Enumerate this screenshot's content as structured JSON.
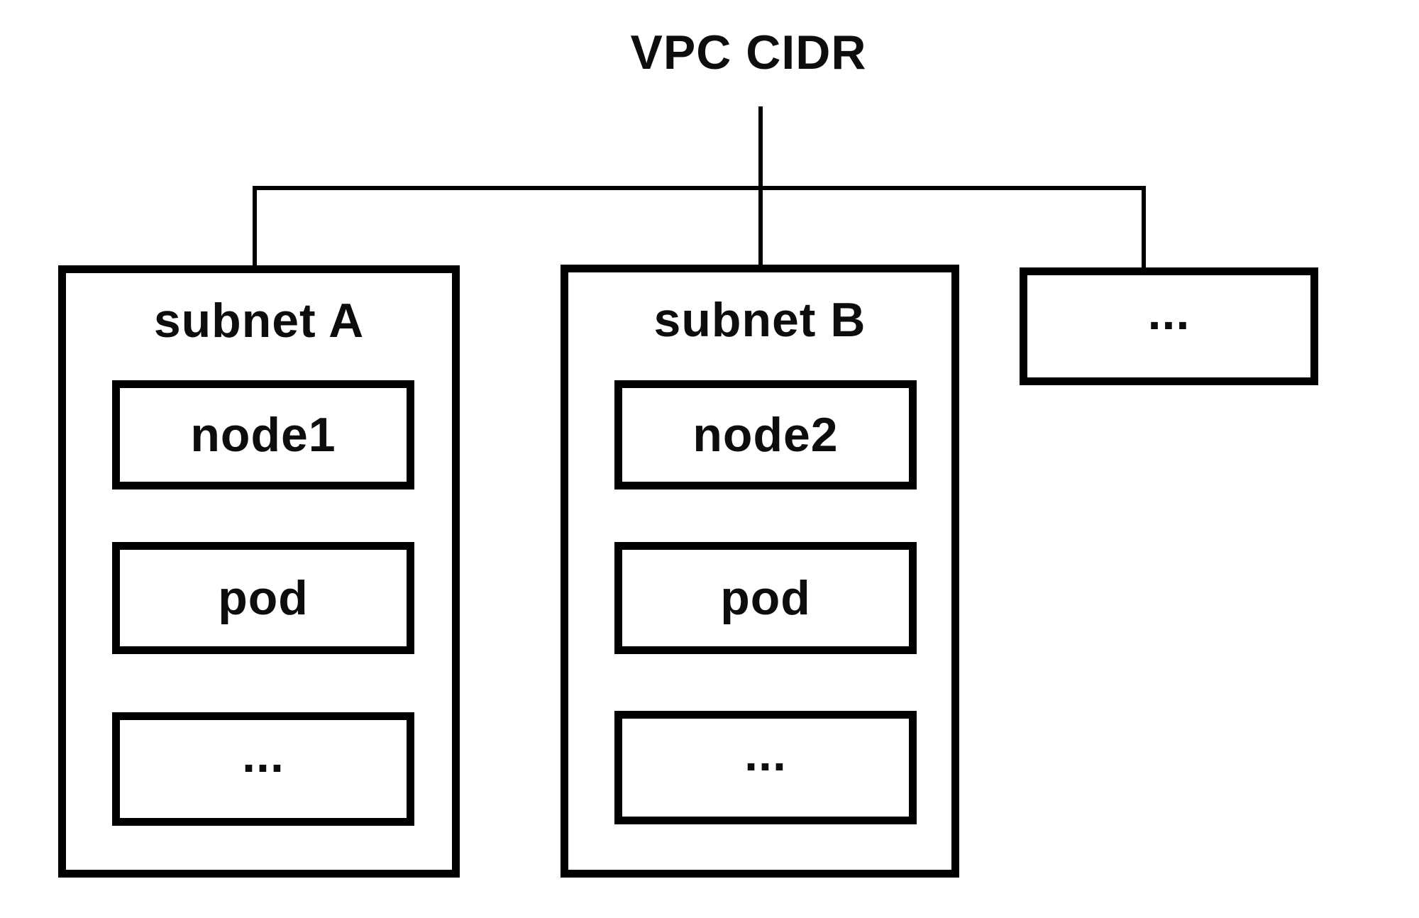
{
  "colors": {
    "background": "#ffffff",
    "line": "#000000",
    "text": "#0d0d0d"
  },
  "diagram": {
    "title": "VPC CIDR",
    "subnets": [
      {
        "label": "subnet A",
        "children": [
          "node1",
          "pod",
          "..."
        ]
      },
      {
        "label": "subnet B",
        "children": [
          "node2",
          "pod",
          "..."
        ]
      },
      {
        "label": "...",
        "children": []
      }
    ]
  }
}
